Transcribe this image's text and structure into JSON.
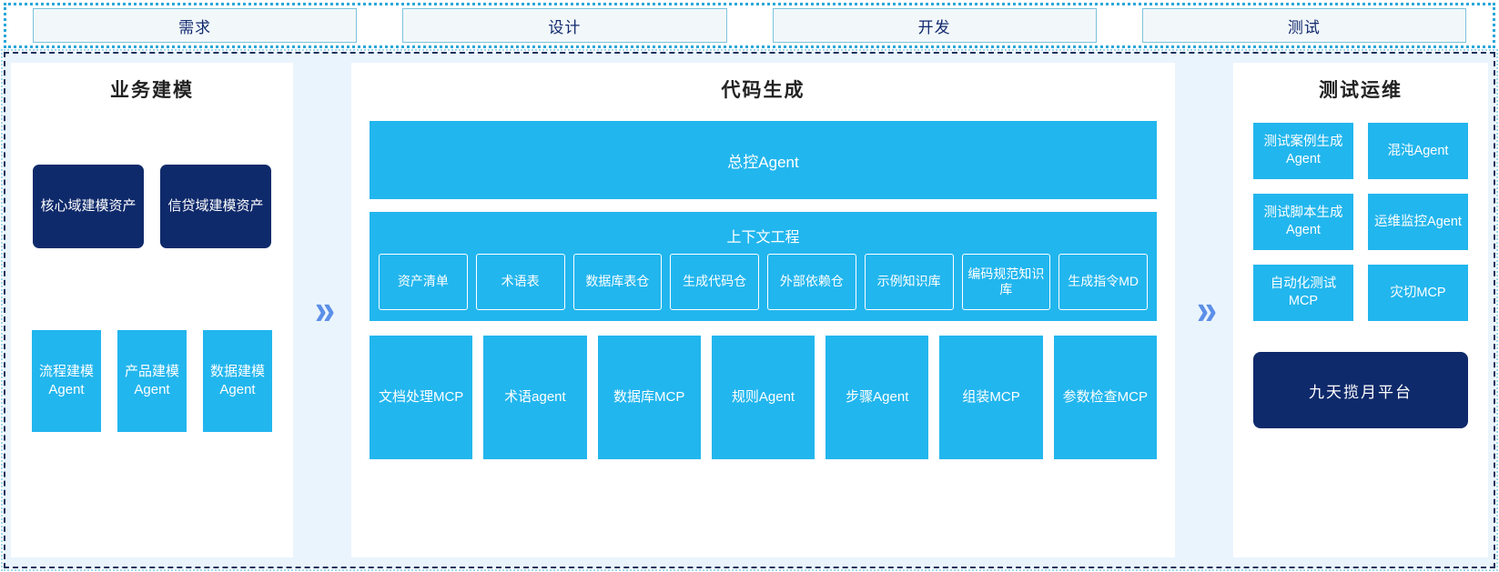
{
  "phases": {
    "items": [
      {
        "label": "需求"
      },
      {
        "label": "设计"
      },
      {
        "label": "开发"
      },
      {
        "label": "测试"
      }
    ]
  },
  "colors": {
    "cyan": "#22b6ee",
    "navy": "#0f2a6b",
    "panel_bg": "#ffffff",
    "region_bg": "#eaf4fd",
    "chevron": "#5b8fe8",
    "phase_border": "#7cc3db",
    "phase_fill": "#f2f7fa",
    "phase_text": "#112a6e"
  },
  "arrows": {
    "left_to_center": "»",
    "center_to_right": "»"
  },
  "left_panel": {
    "title": "业务建模",
    "assets": [
      {
        "label": "核心域建模资产"
      },
      {
        "label": "信贷域建模资产"
      }
    ],
    "agents": [
      {
        "label": "流程建模Agent"
      },
      {
        "label": "产品建模Agent"
      },
      {
        "label": "数据建模Agent"
      }
    ]
  },
  "center_panel": {
    "title": "代码生成",
    "master_agent": "总控Agent",
    "context_engineering": {
      "title": "上下文工程",
      "items": [
        {
          "label": "资产清单"
        },
        {
          "label": "术语表"
        },
        {
          "label": "数据库表仓"
        },
        {
          "label": "生成代码仓"
        },
        {
          "label": "外部依赖仓"
        },
        {
          "label": "示例知识库"
        },
        {
          "label": "编码规范知识库"
        },
        {
          "label": "生成指令MD"
        }
      ]
    },
    "tools": [
      {
        "label": "文档处理MCP"
      },
      {
        "label": "术语agent"
      },
      {
        "label": "数据库MCP"
      },
      {
        "label": "规则Agent"
      },
      {
        "label": "步骤Agent"
      },
      {
        "label": "组装MCP"
      },
      {
        "label": "参数检查MCP"
      }
    ]
  },
  "right_panel": {
    "title": "测试运维",
    "cells": [
      {
        "label": "测试案例生成Agent"
      },
      {
        "label": "混沌Agent"
      },
      {
        "label": "测试脚本生成Agent"
      },
      {
        "label": "运维监控Agent"
      },
      {
        "label": "自动化测试MCP"
      },
      {
        "label": "灾切MCP"
      }
    ],
    "platform": "九天揽月平台"
  }
}
